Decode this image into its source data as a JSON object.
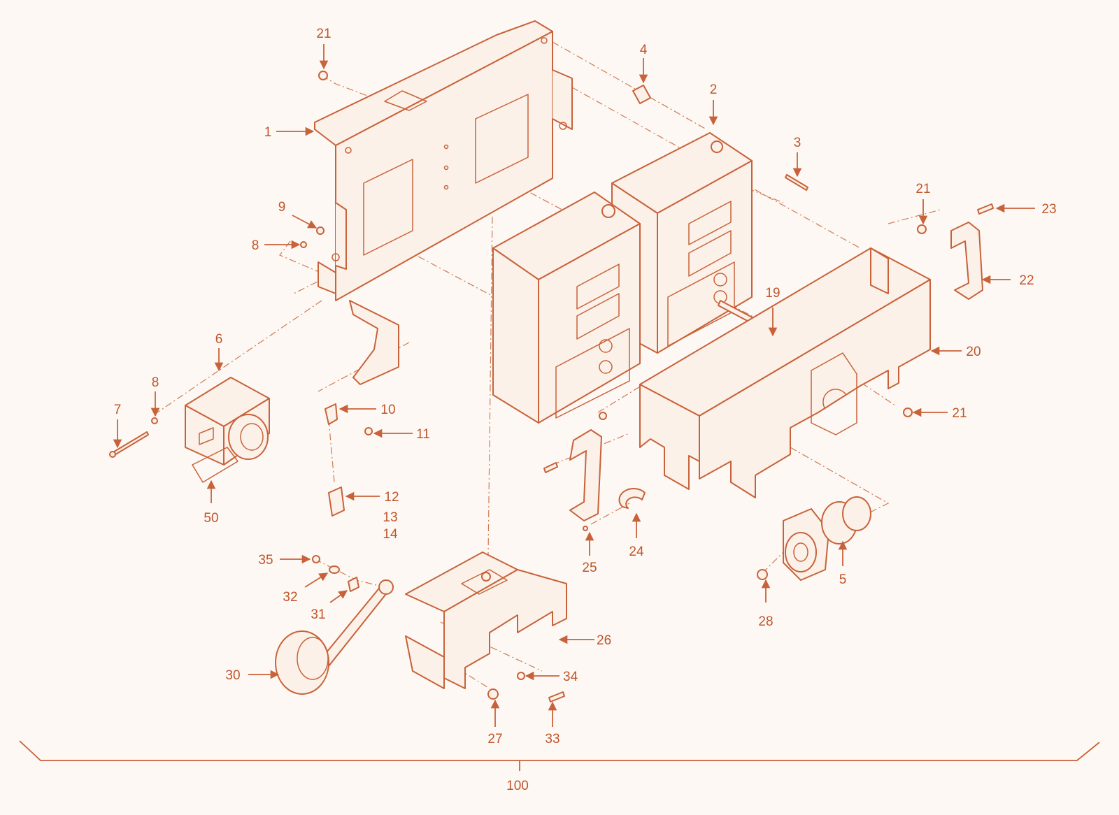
{
  "colors": {
    "stroke": "#c8623a",
    "label": "#c0552c",
    "background": "#fdf8f3",
    "fill": "#fbf1e8"
  },
  "callouts": {
    "c1": "1",
    "c2": "2",
    "c3": "3",
    "c4": "4",
    "c5": "5",
    "c6": "6",
    "c7": "7",
    "c8a": "8",
    "c8b": "8",
    "c9": "9",
    "c10": "10",
    "c11": "11",
    "c12": "12",
    "c13": "13",
    "c14": "14",
    "c19": "19",
    "c20": "20",
    "c21a": "21",
    "c21b": "21",
    "c21c": "21",
    "c22": "22",
    "c23": "23",
    "c24": "24",
    "c25": "25",
    "c26": "26",
    "c27": "27",
    "c28": "28",
    "c30": "30",
    "c31": "31",
    "c32": "32",
    "c33": "33",
    "c34": "34",
    "c35": "35",
    "c50": "50",
    "c100": "100"
  }
}
